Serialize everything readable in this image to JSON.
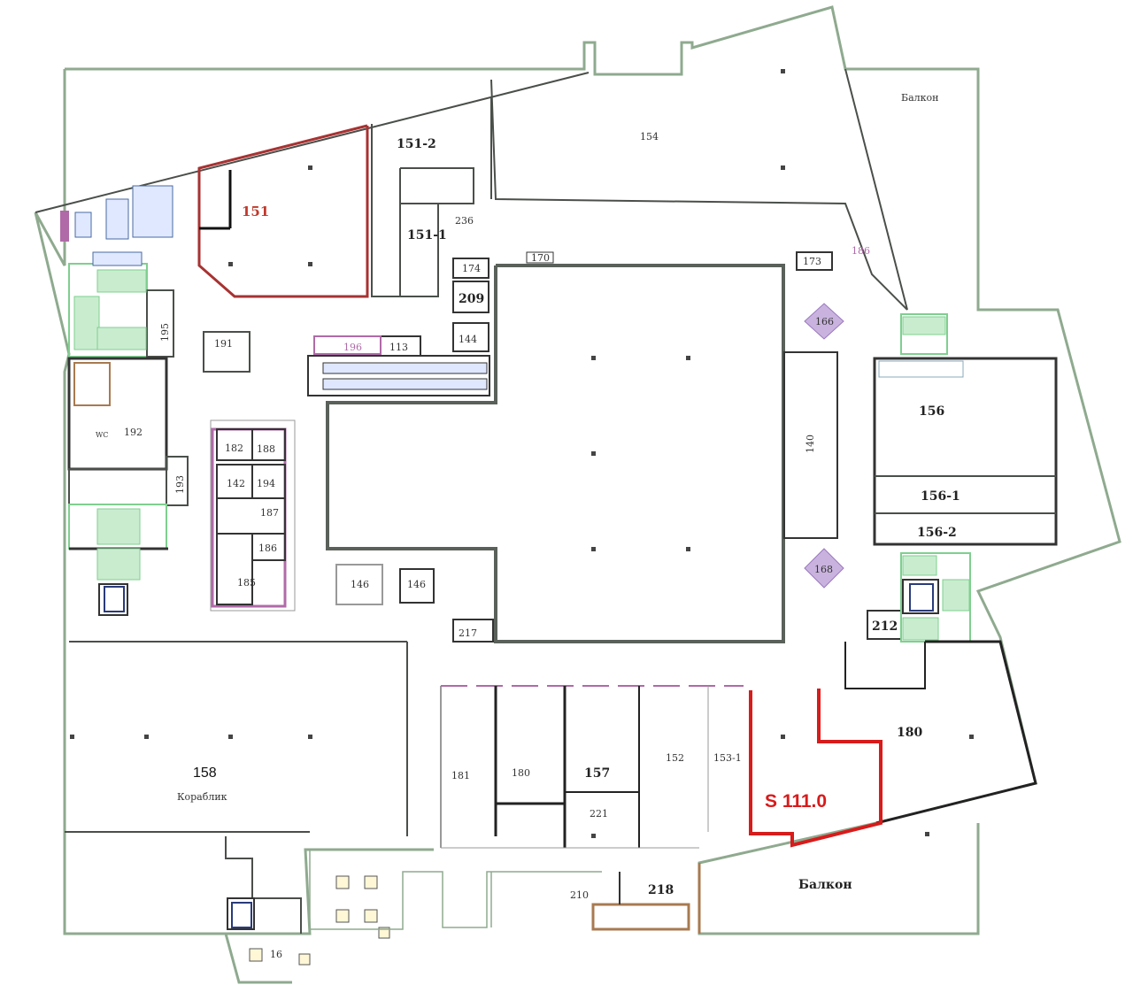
{
  "plan": {
    "area_label": "S 111.0",
    "rooms": {
      "r151": "151",
      "r151_1": "151-1",
      "r151_2": "151-2",
      "r154": "154",
      "r236": "236",
      "r174": "174",
      "r209": "209",
      "r144": "144",
      "r170": "170",
      "r173": "173",
      "r186_top": "186",
      "r166": "166",
      "r195": "195",
      "r191": "191",
      "r196": "196",
      "r113": "113",
      "r192": "192",
      "r193": "193",
      "r182": "182",
      "r188": "188",
      "r142": "142",
      "r194": "194",
      "r187": "187",
      "r186": "186",
      "r185": "185",
      "r146a": "146",
      "r146b": "146",
      "r140": "140",
      "r156": "156",
      "r156_1": "156-1",
      "r156_2": "156-2",
      "r168": "168",
      "r212": "212",
      "r217": "217",
      "r158": "158",
      "r158_name": "Кораблик",
      "r181": "181",
      "r180a": "180",
      "r157": "157",
      "r221": "221",
      "r152": "152",
      "r153_1": "153-1",
      "r180b": "180",
      "r210": "210",
      "r218": "218",
      "r16": "16",
      "balcony_top": "Балкон",
      "balcony_bottom": "Балкон",
      "wc_label": "WC"
    },
    "colors": {
      "wall": "#4a4f4a",
      "outer": "#8faa8f",
      "highlight": "#d81b1b",
      "stair": "#7fcf8f",
      "purple": "#b06aa8",
      "diamond": "#b79bd0"
    }
  }
}
